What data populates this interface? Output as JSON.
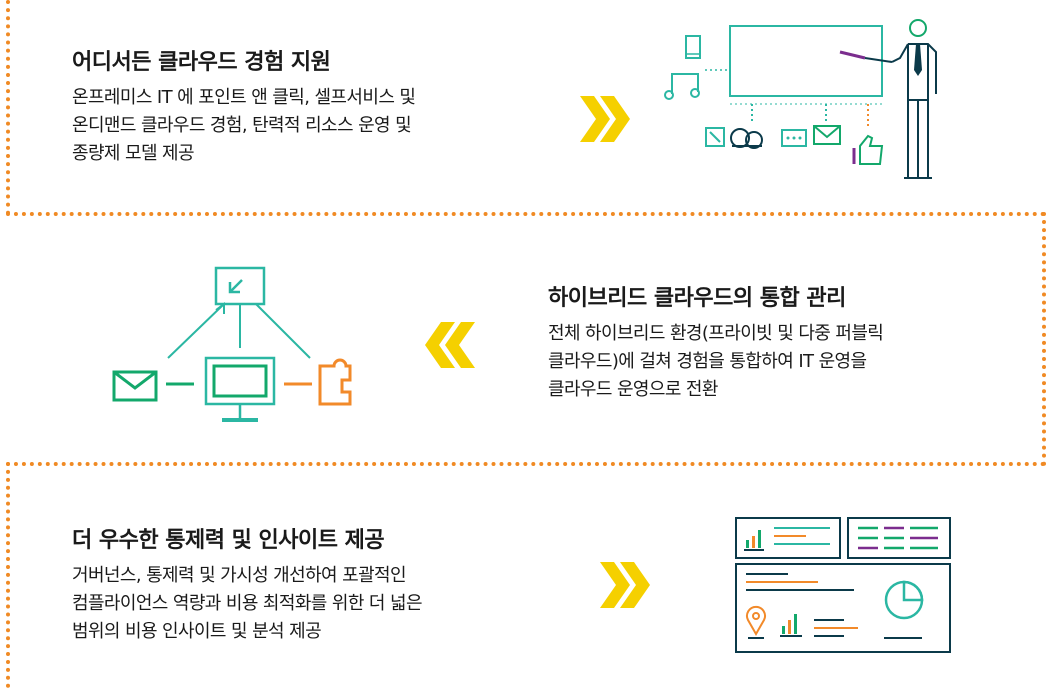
{
  "sections": [
    {
      "title": "어디서든 클라우드 경험 지원",
      "lines": [
        "온프레미스 IT 에 포인트 앤 클릭, 셀프서비스 및",
        "온디맨드 클라우드 경험, 탄력적 리소스 운영 및",
        "종량제 모델 제공"
      ],
      "arrow": "chevron-right",
      "icon": "presenter-illustration-icon"
    },
    {
      "title": "하이브리드 클라우드의 통합 관리",
      "lines": [
        "전체 하이브리드 환경(프라이빗 및 다중 퍼블릭",
        "클라우드)에 걸쳐 경험을 통합하여 IT 운영을",
        "클라우드 운영으로 전환"
      ],
      "arrow": "chevron-left",
      "icon": "network-illustration-icon"
    },
    {
      "title": "더 우수한 통제력 및 인사이트 제공",
      "lines": [
        "거버넌스, 통제력 및 가시성 개선하여 포괄적인",
        "컴플라이언스 역량과 비용 최적화를 위한 더 넓은",
        "범위의 비용 인사이트 및 분석 제공"
      ],
      "arrow": "chevron-right",
      "icon": "dashboard-illustration-icon"
    }
  ],
  "colors": {
    "dotted": "#f08a24",
    "chevron": "#f5d000",
    "teal": "#2bb7a3",
    "green": "#13a86b",
    "navy": "#0b3a4a",
    "orange": "#f28a2a",
    "purple": "#7b2d8e"
  }
}
